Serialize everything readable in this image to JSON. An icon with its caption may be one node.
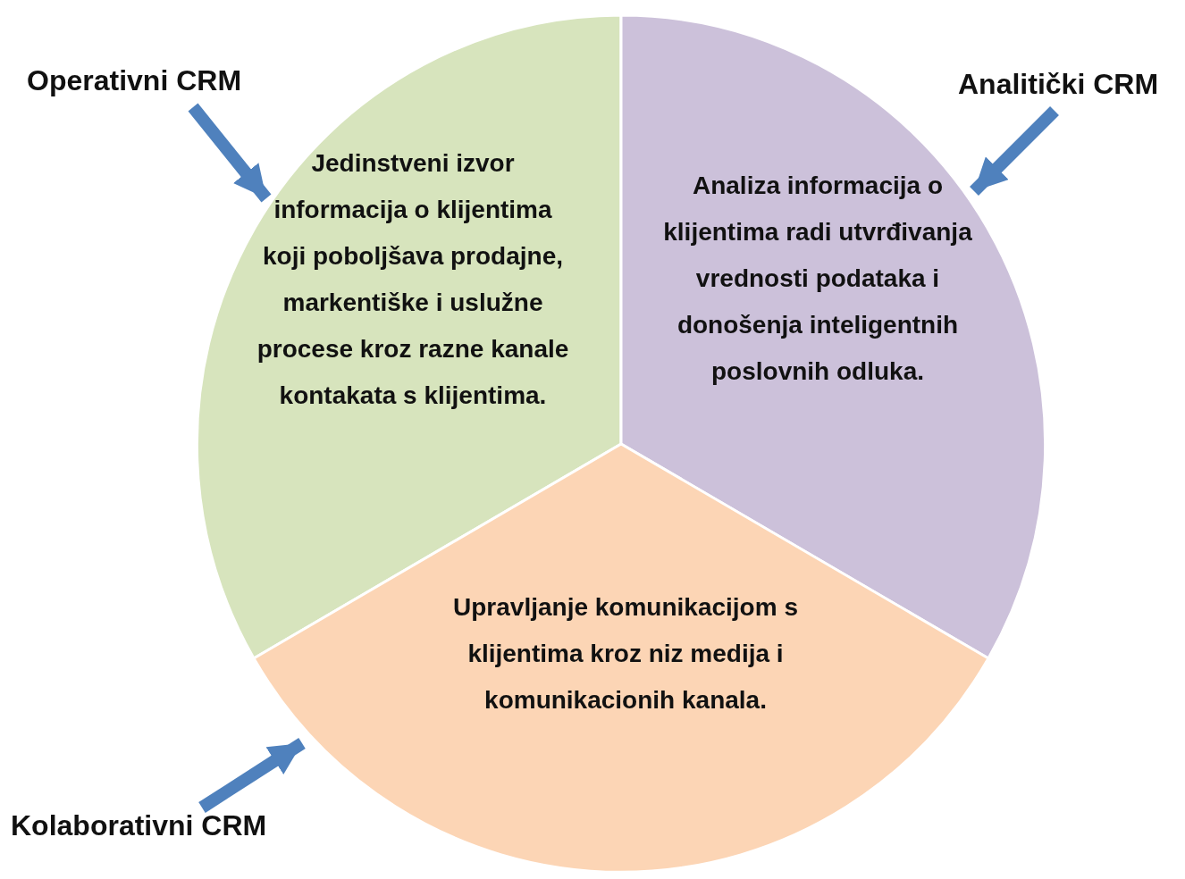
{
  "diagram": {
    "nodes": [
      {
        "text": [
          "Operativni CRM"
        ]
      },
      {
        "text": [
          "Analitički CRM"
        ]
      },
      {
        "text": [
          "Jedinstveni izvor informacija o klijentima koji poboljšava prodajne, markentiške i uslužne procese kroz razne kanale kontakata s klijentima."
        ]
      },
      {
        "text": [
          "Analiza informacija o klijentima radi utvrđivanja vrednosti podataka i donošenja inteligentnih poslovnih odluka."
        ]
      },
      {
        "text": [
          "Upravljanje komunikacijom s klijentima kroz niz medija i komunikacionih kanala."
        ]
      },
      {
        "text": [
          "Kolaborativni CRM"
        ]
      }
    ],
    "edges": [
      {
        "from": 0,
        "to": 2,
        "arrow": "to"
      },
      {
        "from": 1,
        "to": 3,
        "arrow": "to"
      },
      {
        "from": 5,
        "to": 4,
        "arrow": "to"
      }
    ]
  }
}
